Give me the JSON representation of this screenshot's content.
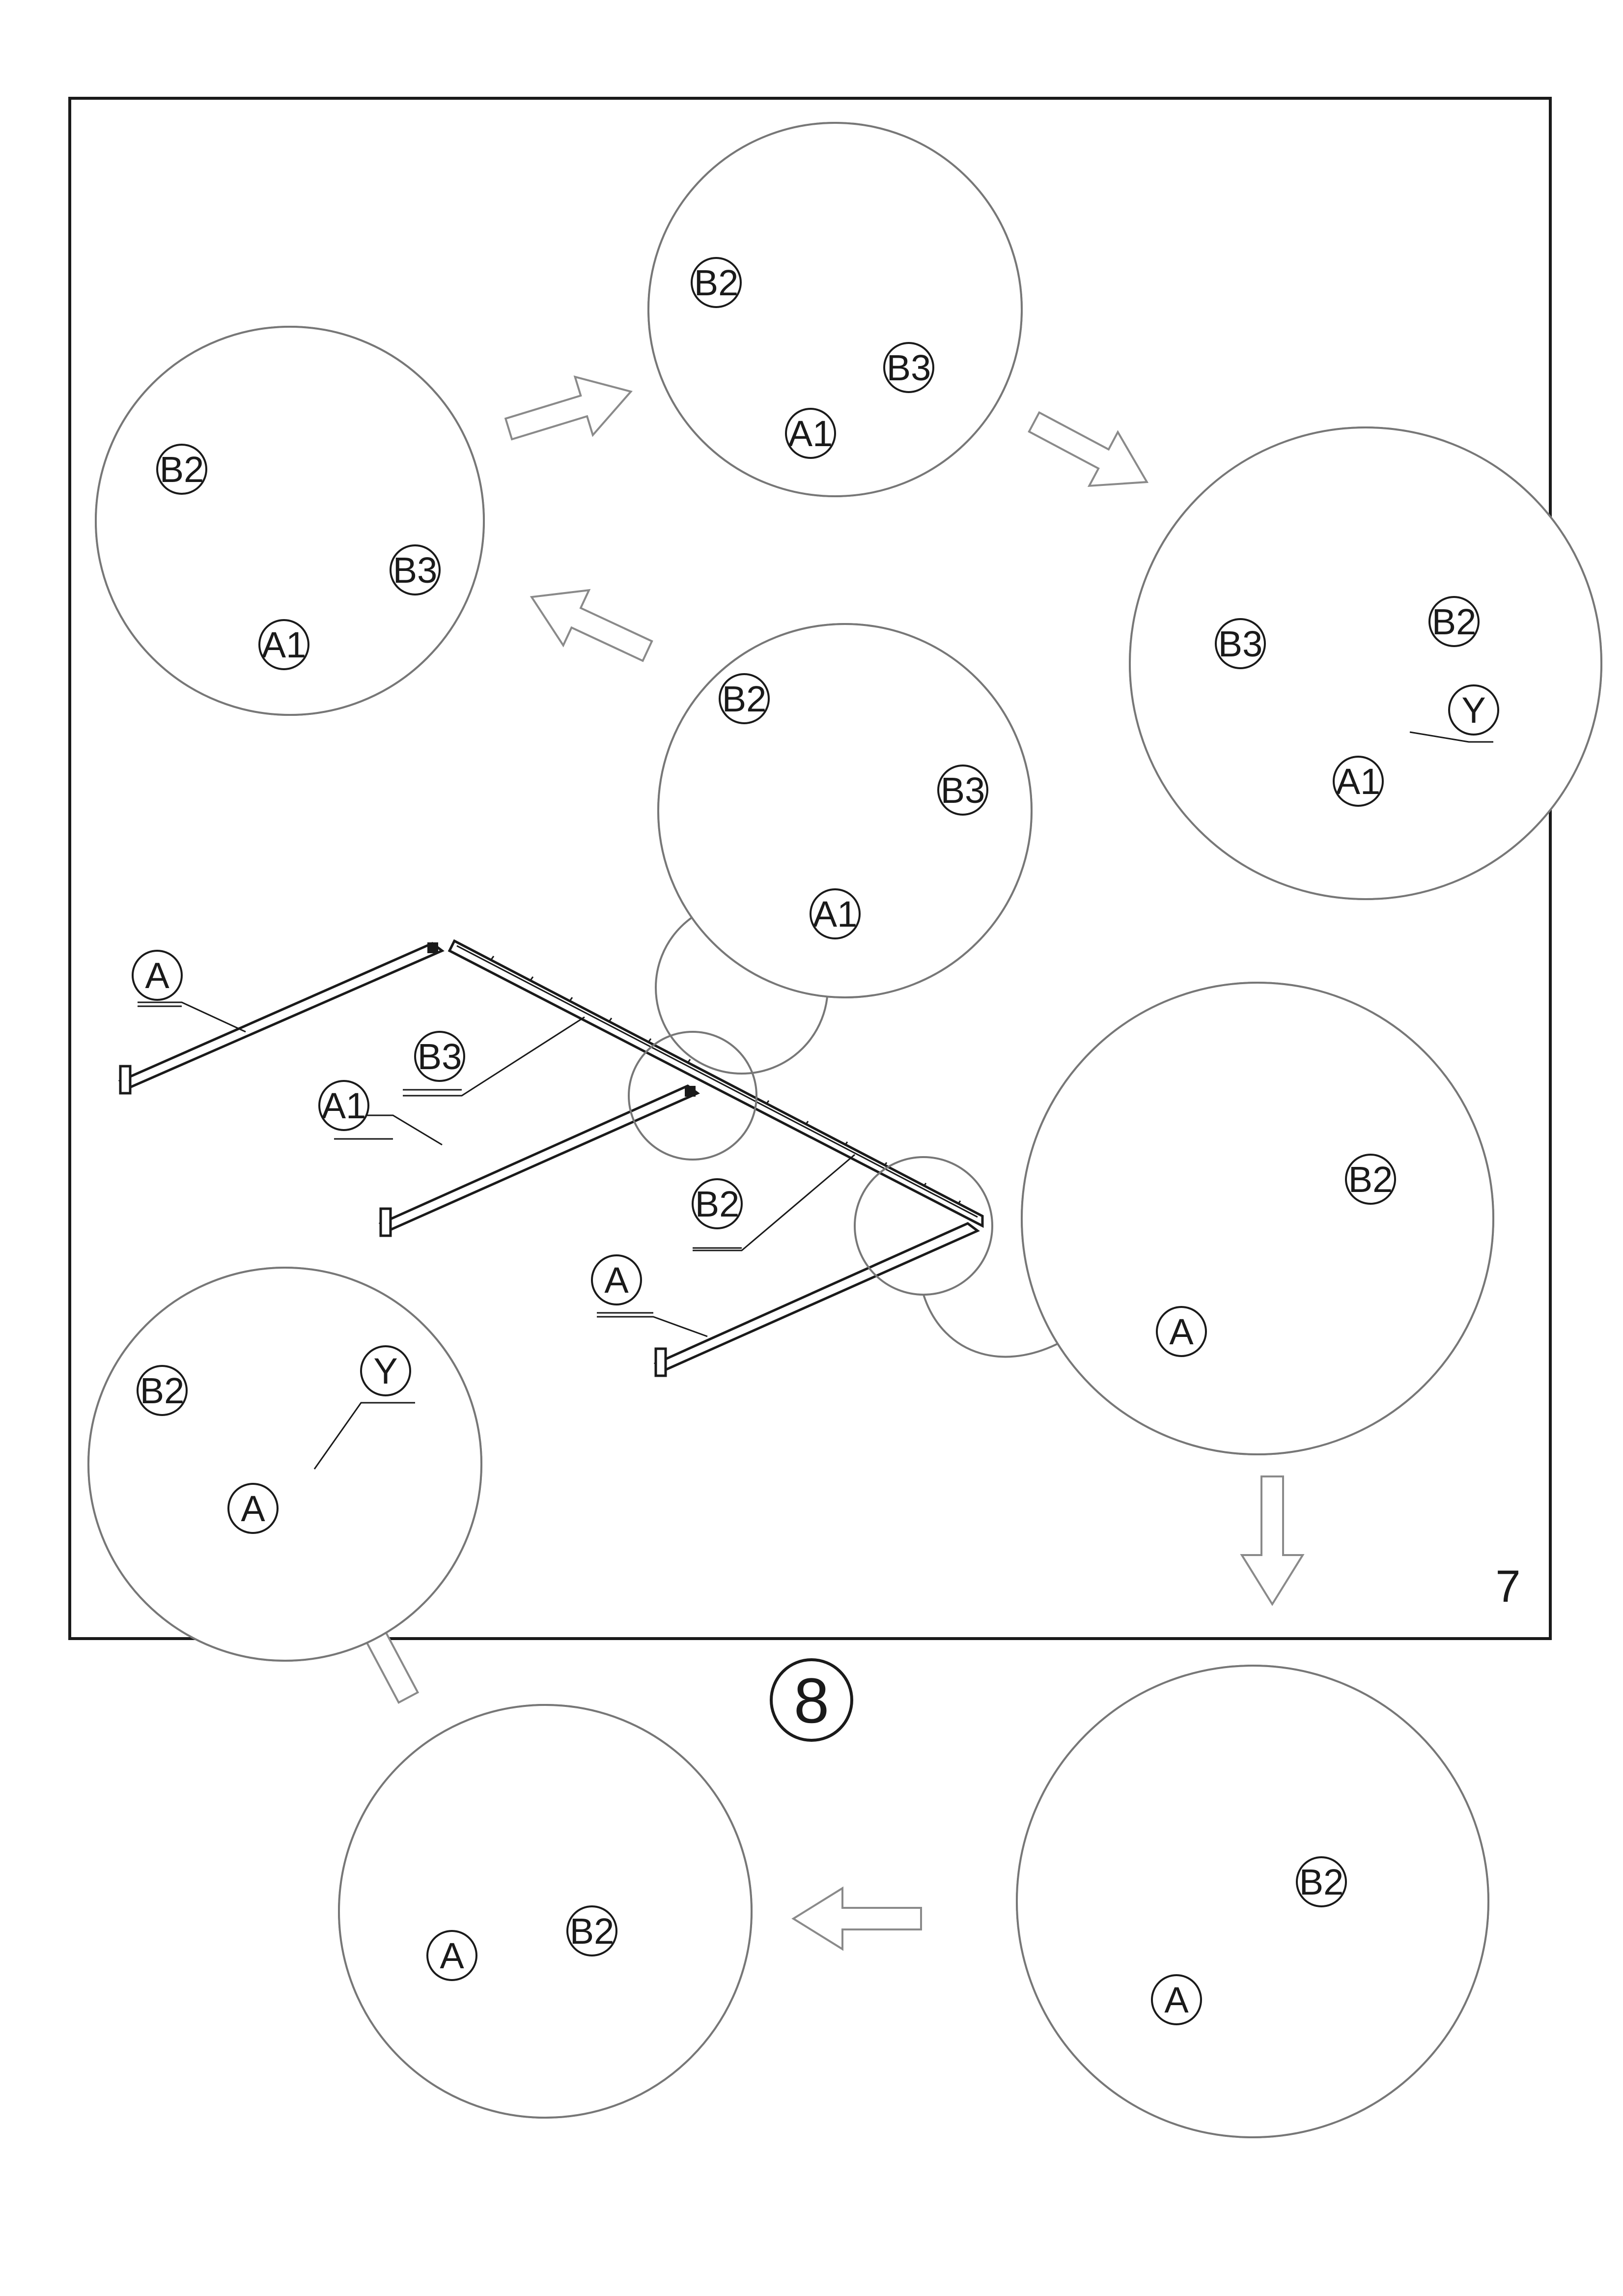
{
  "document": {
    "sheet_number": "7",
    "step_number": "8"
  },
  "part_labels": {
    "a": "A",
    "a1": "A1",
    "b2": "B2",
    "b3": "B3",
    "y": "Y"
  },
  "colors": {
    "line": "#1a1a1a",
    "arrow_outline": "#8a8a8a",
    "callout_circle": "#777777",
    "background": "#ffffff"
  },
  "icons": {
    "flow_arrow": "hollow-block-arrow",
    "allen_key": "hex-key-icon",
    "connector_plate": "hatched-plate-icon"
  }
}
